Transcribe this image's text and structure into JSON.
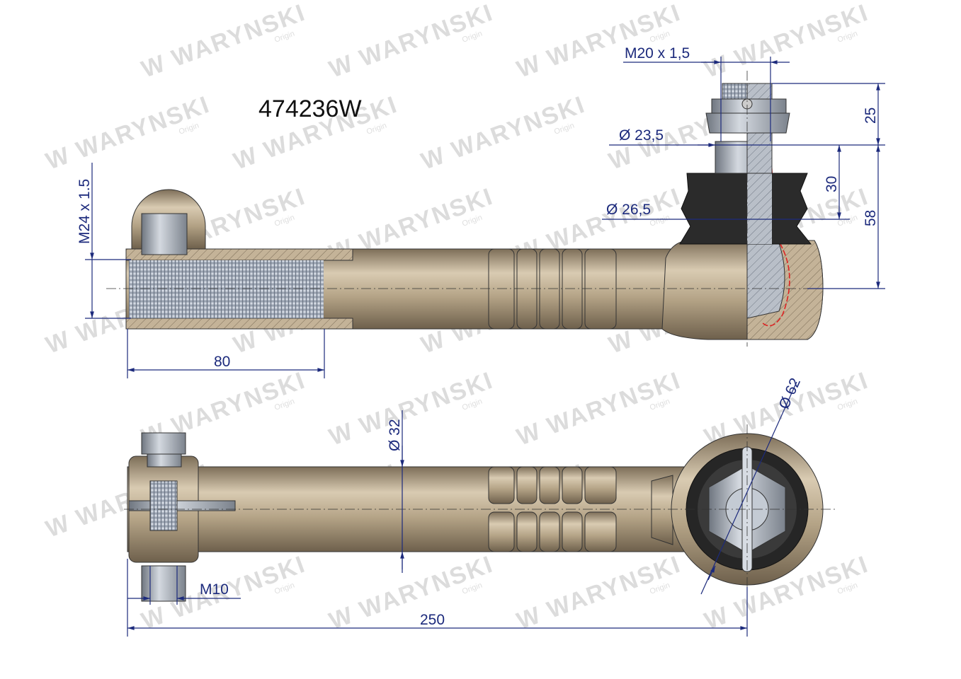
{
  "part_number": "474236W",
  "watermark": {
    "brand": "WARYNSKI",
    "sub": "Origin"
  },
  "dimensions": {
    "stud_thread": "M20 x 1,5",
    "dia_23_5": "Ø 23,5",
    "dia_26_5": "Ø 26,5",
    "h_25": "25",
    "h_30": "30",
    "h_58": "58",
    "rod_thread": "M24 x 1.5",
    "thread_len": "80",
    "dia_32": "Ø 32",
    "dia_62": "Ø 62",
    "bolt": "M10",
    "total_len": "250"
  },
  "colors": {
    "dimension": "#1c2a7c",
    "body": "#b8a78c",
    "boot": "#2a2a2a",
    "steel": "#a9b0bb"
  }
}
